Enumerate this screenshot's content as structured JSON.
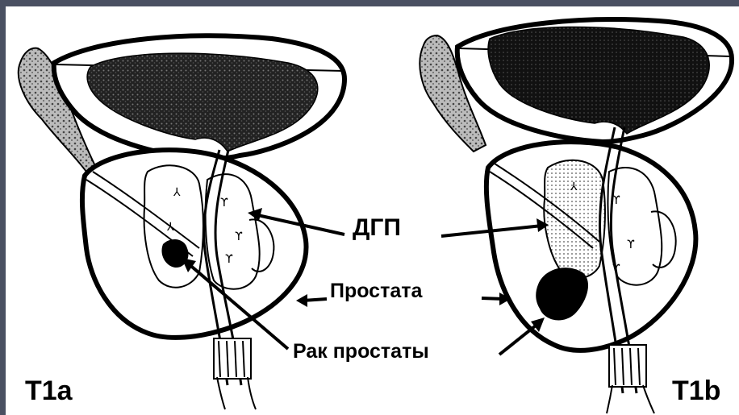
{
  "labels": {
    "stage_left": "T1a",
    "stage_right": "T1b",
    "bph": "ДГП",
    "prostate": "Простата",
    "cancer": "Рак простаты"
  },
  "colors": {
    "background": "#4a5062",
    "panel": "#ffffff",
    "ink": "#000000"
  }
}
